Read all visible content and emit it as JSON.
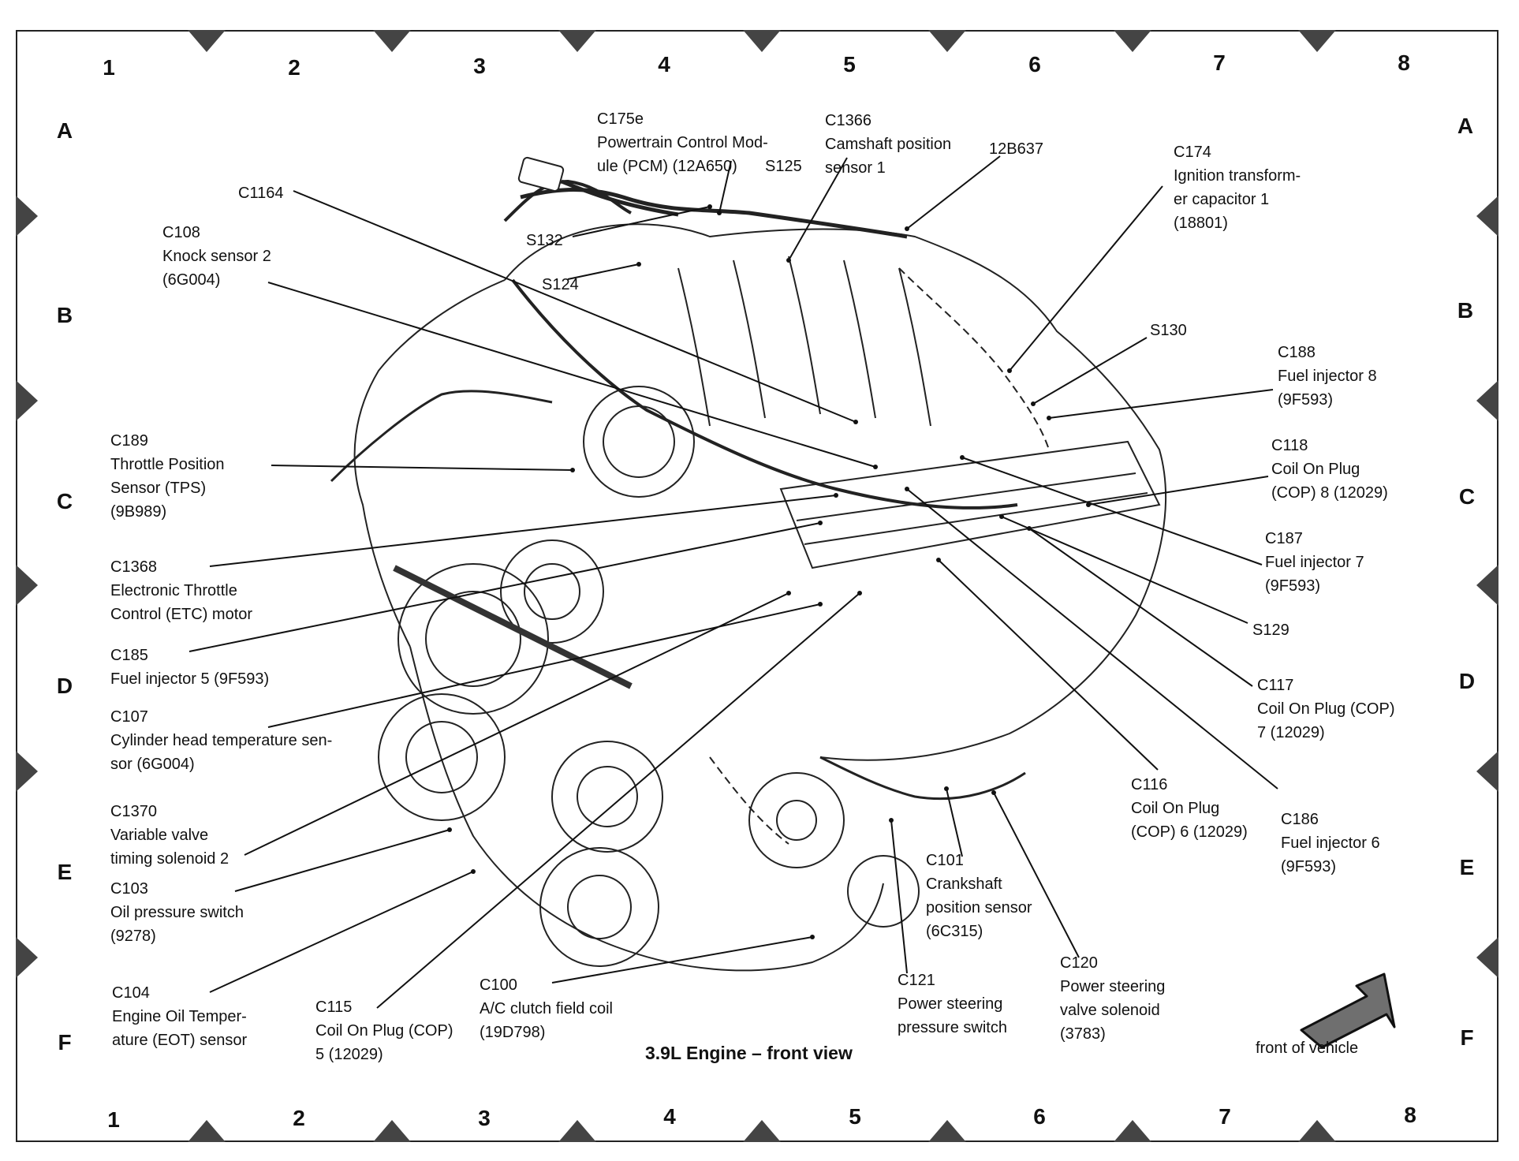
{
  "title": "3.9L Engine – front view",
  "front_of_vehicle": "front of vehicle",
  "grid": {
    "columns": [
      "1",
      "2",
      "3",
      "4",
      "5",
      "6",
      "7",
      "8"
    ],
    "rows": [
      "A",
      "B",
      "C",
      "D",
      "E",
      "F"
    ]
  },
  "labels": {
    "c175e": [
      "C175e",
      "Powertrain Control Mod-",
      "ule (PCM) (12A650)"
    ],
    "s125": [
      "S125"
    ],
    "c1366": [
      "C1366",
      "Camshaft position",
      "sensor 1"
    ],
    "b12b637": [
      "12B637"
    ],
    "c174": [
      "C174",
      "Ignition transform-",
      "er capacitor 1",
      "(18801)"
    ],
    "c1164": [
      "C1164"
    ],
    "c108": [
      "C108",
      "Knock sensor 2",
      "(6G004)"
    ],
    "s132": [
      "S132"
    ],
    "s124": [
      "S124"
    ],
    "s130": [
      "S130"
    ],
    "c188": [
      "C188",
      "Fuel injector 8",
      "(9F593)"
    ],
    "c189": [
      "C189",
      "Throttle Position",
      "Sensor (TPS)",
      "(9B989)"
    ],
    "c118": [
      "C118",
      "Coil On Plug",
      "(COP) 8 (12029)"
    ],
    "c187": [
      "C187",
      "Fuel injector 7",
      "(9F593)"
    ],
    "c1368": [
      "C1368",
      "Electronic Throttle",
      "Control (ETC) motor"
    ],
    "s129": [
      "S129"
    ],
    "c185": [
      "C185",
      "Fuel injector 5 (9F593)"
    ],
    "c117": [
      "C117",
      "Coil On Plug (COP)",
      "7 (12029)"
    ],
    "c107": [
      "C107",
      "Cylinder head temperature sen-",
      "sor (6G004)"
    ],
    "c116": [
      "C116",
      "Coil On Plug",
      "(COP) 6 (12029)"
    ],
    "c186": [
      "C186",
      "Fuel injector 6",
      "(9F593)"
    ],
    "c1370": [
      "C1370",
      "Variable valve",
      "timing solenoid 2"
    ],
    "c103": [
      "C103",
      "Oil pressure switch",
      "(9278)"
    ],
    "c101": [
      "C101",
      "Crankshaft",
      "position sensor",
      "(6C315)"
    ],
    "c120": [
      "C120",
      "Power steering",
      "valve solenoid",
      "(3783)"
    ],
    "c104": [
      "C104",
      "Engine Oil Temper-",
      "ature (EOT) sensor"
    ],
    "c100": [
      "C100",
      "A/C clutch field coil",
      "(19D798)"
    ],
    "c121": [
      "C121",
      "Power steering",
      "pressure switch"
    ],
    "c115": [
      "C115",
      "Coil On Plug (COP)",
      "5 (12029)"
    ]
  },
  "colors": {
    "ink": "#111111",
    "arrow": "#6f6f6f",
    "marker": "#444444"
  }
}
